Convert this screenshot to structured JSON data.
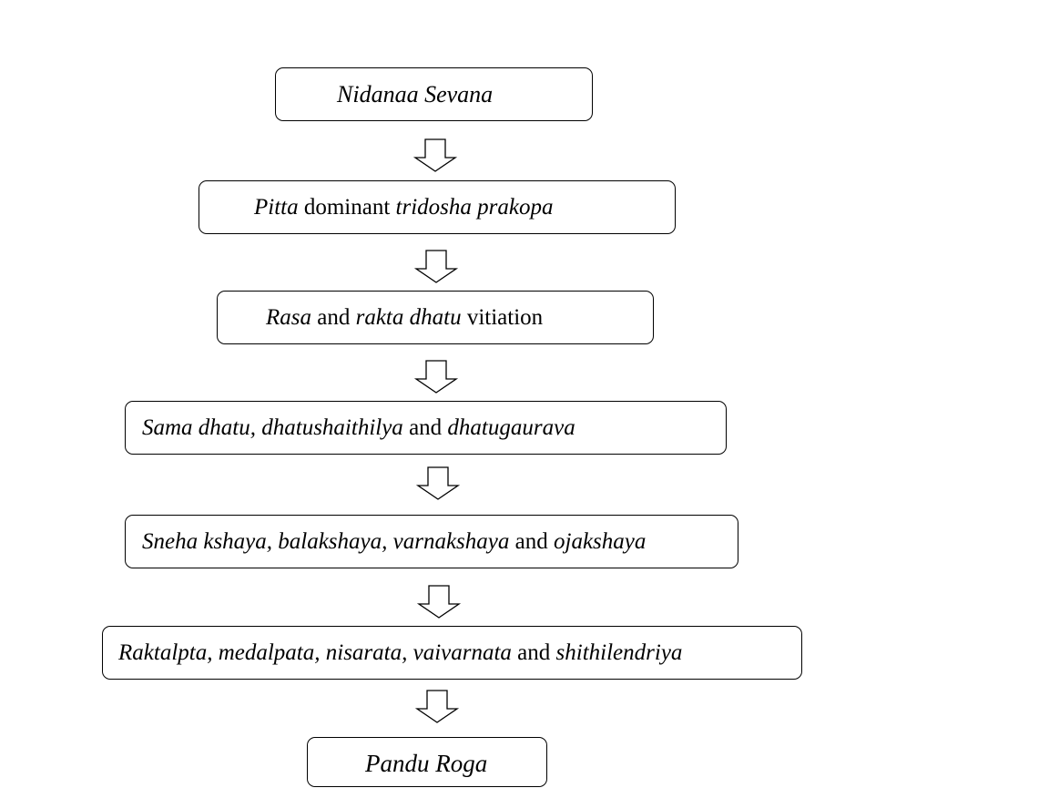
{
  "flowchart": {
    "steps": [
      {
        "id": "nidana",
        "segments": [
          {
            "text": "Nidanaa Sevana",
            "italic": true
          }
        ]
      },
      {
        "id": "dosha",
        "segments": [
          {
            "text": "Pitta",
            "italic": true
          },
          {
            "text": " dominant ",
            "italic": false
          },
          {
            "text": "tridosha prakopa",
            "italic": true
          }
        ]
      },
      {
        "id": "dhatu-vitiation",
        "segments": [
          {
            "text": "Rasa",
            "italic": true
          },
          {
            "text": " and ",
            "italic": false
          },
          {
            "text": "rakta dhatu",
            "italic": true
          },
          {
            "text": " vitiation",
            "italic": false
          }
        ]
      },
      {
        "id": "sama-dhatu",
        "segments": [
          {
            "text": "Sama dhatu, dhatushaithilya",
            "italic": true
          },
          {
            "text": " and ",
            "italic": false
          },
          {
            "text": "dhatugaurava",
            "italic": true
          }
        ]
      },
      {
        "id": "kshaya",
        "segments": [
          {
            "text": "Sneha kshaya, balakshaya, varnakshaya",
            "italic": true
          },
          {
            "text": " and ",
            "italic": false
          },
          {
            "text": "ojakshaya",
            "italic": true
          }
        ]
      },
      {
        "id": "symptoms",
        "segments": [
          {
            "text": "Raktalpta, medalpata, nisarata, vaivarnata",
            "italic": true
          },
          {
            "text": " and ",
            "italic": false
          },
          {
            "text": "shithilendriya",
            "italic": true
          }
        ]
      },
      {
        "id": "pandu-roga",
        "segments": [
          {
            "text": "Pandu Roga",
            "italic": true
          }
        ]
      }
    ],
    "arrow_icon": "block-arrow-down-outline",
    "stroke_color": "#000000",
    "fill_color": "#ffffff"
  }
}
